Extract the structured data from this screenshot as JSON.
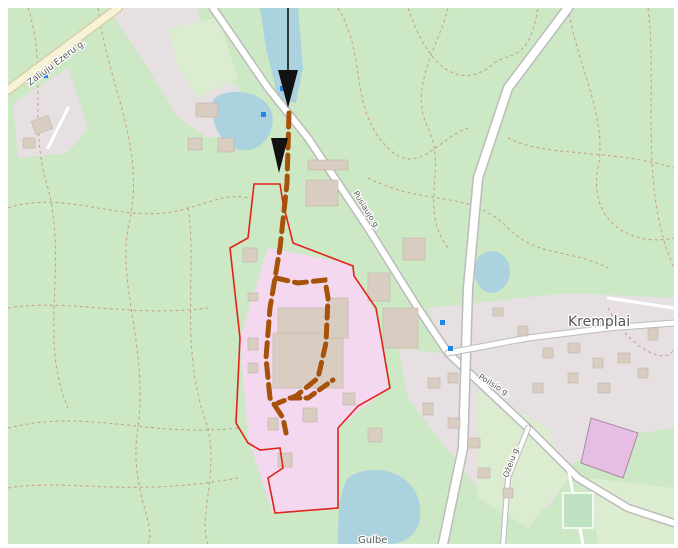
{
  "map": {
    "type": "openstreetmap-tile-view",
    "place_labels": {
      "kremplai": "Kremplai",
      "zuvedra": "Zaliuju Ezeru g.",
      "pusiaujo": "Pusiaujo g.",
      "poilsio": "Poilsio g.",
      "ozeliu": "Ožeiu g.",
      "lake": "Gulbe"
    },
    "overlays": {
      "route_color": "#a6520a",
      "boundary_color": "#e2231a",
      "direction_markers": [
        "arrow-down",
        "arrow-down"
      ]
    },
    "colors": {
      "forest": "#cde8c4",
      "meadow": "#dcecd0",
      "residential": "#e6e0e3",
      "campus": "#f3d8ef",
      "water": "#aad3df",
      "building": "#d9cdc2",
      "road": "#ffffff",
      "path": "#c48b72"
    }
  }
}
